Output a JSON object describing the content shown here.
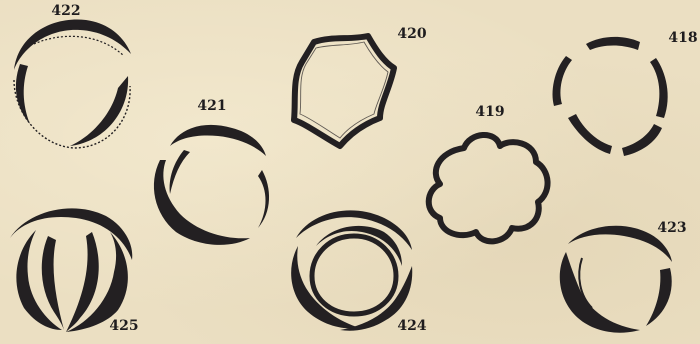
{
  "figures": [
    {
      "id": "fig-422",
      "label": "422"
    },
    {
      "id": "fig-420",
      "label": "420"
    },
    {
      "id": "fig-418",
      "label": "418"
    },
    {
      "id": "fig-421",
      "label": "421"
    },
    {
      "id": "fig-419",
      "label": "419"
    },
    {
      "id": "fig-425",
      "label": "425"
    },
    {
      "id": "fig-424",
      "label": "424"
    },
    {
      "id": "fig-423",
      "label": "423"
    }
  ],
  "colors": {
    "paper": "#ebdfc2",
    "ink": "#232022"
  }
}
